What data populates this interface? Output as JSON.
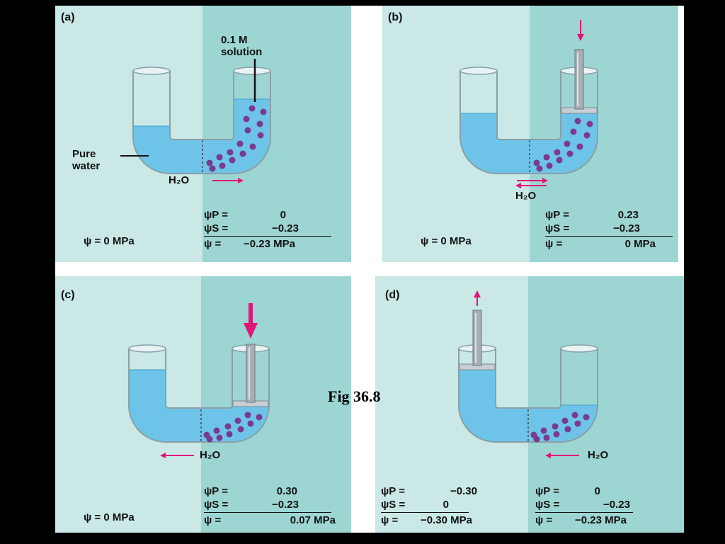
{
  "caption": "Fig 36.8",
  "colors": {
    "left_bg": "#c9e8e6",
    "right_bg": "#9dd5d2",
    "water": "#6ec4e8",
    "solute": "#7a3a8f",
    "arrow": "#e0157a"
  },
  "panels": {
    "a": {
      "label": "(a)",
      "solution_label_line1": "0.1 M",
      "solution_label_line2": "solution",
      "pure_water_line1": "Pure",
      "pure_water_line2": "water",
      "flow": "H₂O",
      "left_psi": "ψ = 0 MPa",
      "right": [
        {
          "sym": "ψP =",
          "val": "0"
        },
        {
          "sym": "ψS =",
          "val": "−0.23"
        },
        {
          "sym": "ψ  =",
          "val": "−0.23 MPa"
        }
      ]
    },
    "b": {
      "label": "(b)",
      "flow": "H₂O",
      "left_psi": "ψ = 0 MPa",
      "right": [
        {
          "sym": "ψP =",
          "val": "0.23"
        },
        {
          "sym": "ψS =",
          "val": "−0.23"
        },
        {
          "sym": "ψ  =",
          "val": "0 MPa"
        }
      ]
    },
    "c": {
      "label": "(c)",
      "flow": "H₂O",
      "left_psi": "ψ = 0 MPa",
      "right": [
        {
          "sym": "ψP =",
          "val": "0.30"
        },
        {
          "sym": "ψS =",
          "val": "−0.23"
        },
        {
          "sym": "ψ  =",
          "val": "0.07 MPa"
        }
      ]
    },
    "d": {
      "label": "(d)",
      "flow": "H₂O",
      "left": [
        {
          "sym": "ψP =",
          "val": "−0.30"
        },
        {
          "sym": "ψS =",
          "val": "0"
        },
        {
          "sym": "ψ  =",
          "val": "−0.30 MPa"
        }
      ],
      "right": [
        {
          "sym": "ψP =",
          "val": "0"
        },
        {
          "sym": "ψS =",
          "val": "−0.23"
        },
        {
          "sym": "ψ  =",
          "val": "−0.23 MPa"
        }
      ]
    }
  }
}
